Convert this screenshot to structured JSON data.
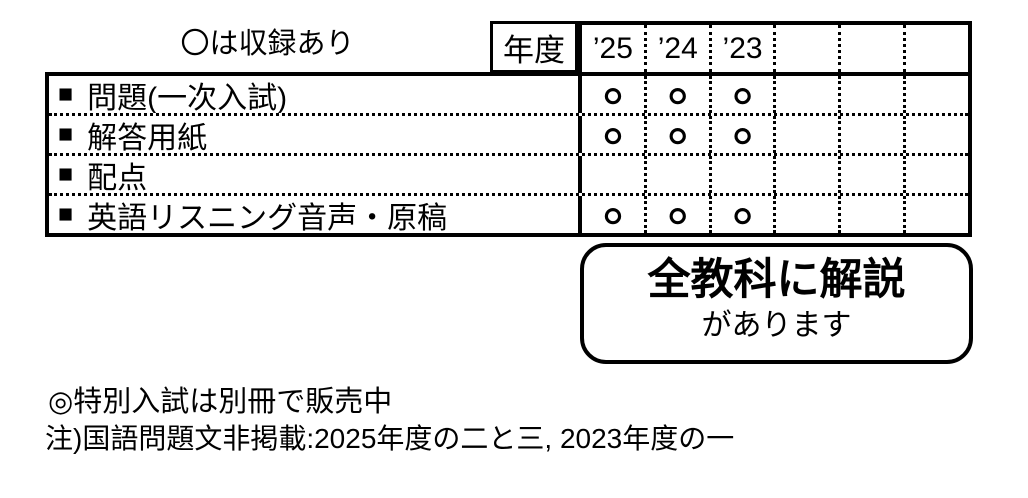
{
  "legend": {
    "text": "〇は収録あり"
  },
  "table": {
    "bullet": "■",
    "header": {
      "label": "年度",
      "years": [
        "’25",
        "’24",
        "’23",
        "",
        "",
        ""
      ]
    },
    "rows": [
      {
        "label": "問題(一次入試)",
        "cells": [
          "○",
          "○",
          "○",
          "",
          "",
          ""
        ]
      },
      {
        "label": "解答用紙",
        "cells": [
          "○",
          "○",
          "○",
          "",
          "",
          ""
        ]
      },
      {
        "label": "配点",
        "cells": [
          "",
          "",
          "",
          "",
          "",
          ""
        ]
      },
      {
        "label": "英語リスニング音声・原稿",
        "cells": [
          "○",
          "○",
          "○",
          "",
          "",
          ""
        ]
      }
    ]
  },
  "callout": {
    "line1": "全教科に解説",
    "line2": "があります"
  },
  "notes": [
    "◎特別入試は別冊で販売中",
    "注)国語問題文非掲載:2025年度の二と三, 2023年度の一"
  ]
}
